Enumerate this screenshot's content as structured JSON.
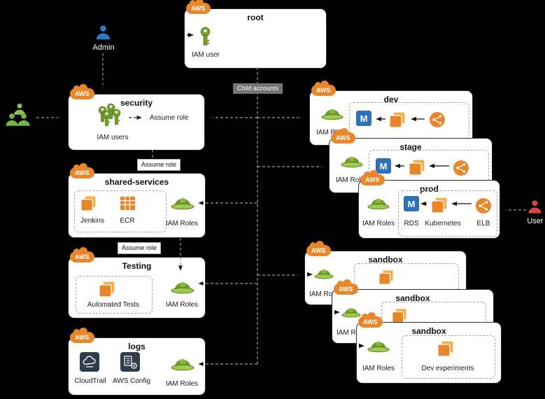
{
  "diagram": {
    "badge_label": "AWS",
    "connector_label": "Child accounts",
    "actors": {
      "admin": {
        "label": "Admin"
      },
      "user": {
        "label": "User"
      }
    },
    "assume": {
      "security_inline": "Assume role",
      "shared_chip": "Assume role",
      "testing_chip": "Assume role"
    },
    "icons": {
      "rds_letter": "M"
    },
    "accounts": {
      "root": {
        "title": "root",
        "iam_user": "IAM user"
      },
      "security": {
        "title": "security",
        "iam_users": "IAM users"
      },
      "shared_services": {
        "title": "shared-services",
        "services": [
          "Jenkins",
          "ECR"
        ],
        "iam_roles": "IAM Roles"
      },
      "testing": {
        "title": "Testing",
        "services": [
          "Automated Tests"
        ],
        "iam_roles": "IAM Roles"
      },
      "logs": {
        "title": "logs",
        "services": [
          "CloudTrail",
          "AWS Config"
        ],
        "iam_roles": "IAM Roles"
      },
      "dev": {
        "title": "dev",
        "iam_roles": "IAM Roles"
      },
      "stage": {
        "title": "stage",
        "iam_roles": "IAM Roles"
      },
      "prod": {
        "title": "prod",
        "services": [
          "RDS",
          "Kubernetes",
          "ELB"
        ],
        "iam_roles": "IAM Roles"
      },
      "sandbox_1": {
        "title": "sandbox",
        "iam_roles": "IAM Roles"
      },
      "sandbox_2": {
        "title": "sandbox",
        "iam_roles": "IAM Roles"
      },
      "sandbox_3": {
        "title": "sandbox",
        "services": [
          "Dev experiments"
        ],
        "iam_roles": "IAM Roles"
      }
    },
    "colors": {
      "aws_orange": "#e8872a",
      "iam_green": "#76a22e",
      "dark_tile": "#2f3e4d",
      "rds_blue": "#2b72b8",
      "admin_blue": "#2e79c7",
      "user_red": "#d64541",
      "group_green": "#76b843"
    }
  }
}
